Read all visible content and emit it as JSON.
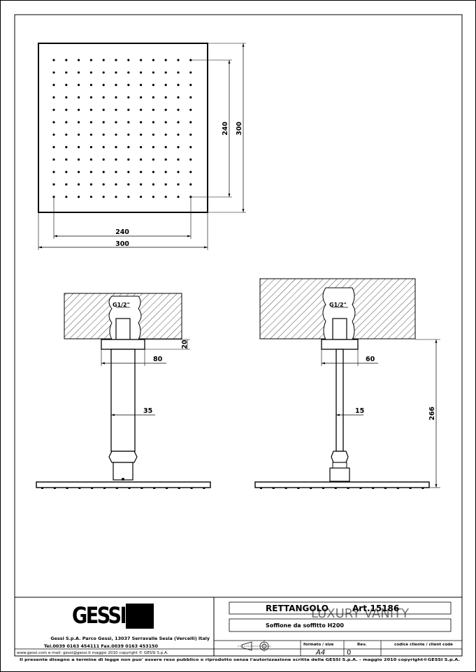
{
  "top_view": {
    "dim_inner_width": "240",
    "dim_outer_width": "300",
    "dim_inner_height": "240",
    "dim_outer_height": "300"
  },
  "left_view": {
    "thread_label": "G1/2\"",
    "dim_flange_height": "20",
    "dim_flange_width": "80",
    "dim_arm_diameter": "35"
  },
  "right_view": {
    "thread_label": "G1/2\"",
    "dim_flange_width": "60",
    "dim_arm_diameter": "15",
    "dim_total_height": "266"
  },
  "title_block": {
    "logo_text": "GESSI",
    "company_line": "Gessi S.p.A. Parco Gessi, 13037 Serravalle Sesia (Vercelli) Italy",
    "phone_line": "Tel.0039 0163 454111 Fax.0039 0163 453150",
    "web_line": "www.gessi.com  e-mail: gessi@gessi.it   maggio   2010   copyright © GESSI  S.p.A.",
    "product_name": "RETTANGOLO",
    "article": "Art.15186",
    "description": "Soffione da soffitto H200",
    "format_header": "formato / size",
    "format_value": "A4",
    "rev_header": "Rev.",
    "rev_value": "0",
    "client_code_header": "codice cliente / client code",
    "legal_notice": "Il presente disegno a termine di legge non puo' essere reso pubblico o riprodotto senza l'autorizzazione scritta della GESSI S.p.A. - maggio 2010 copyright©GESSI S.p.A."
  },
  "watermark": {
    "text": "LUXURY VANITY"
  }
}
